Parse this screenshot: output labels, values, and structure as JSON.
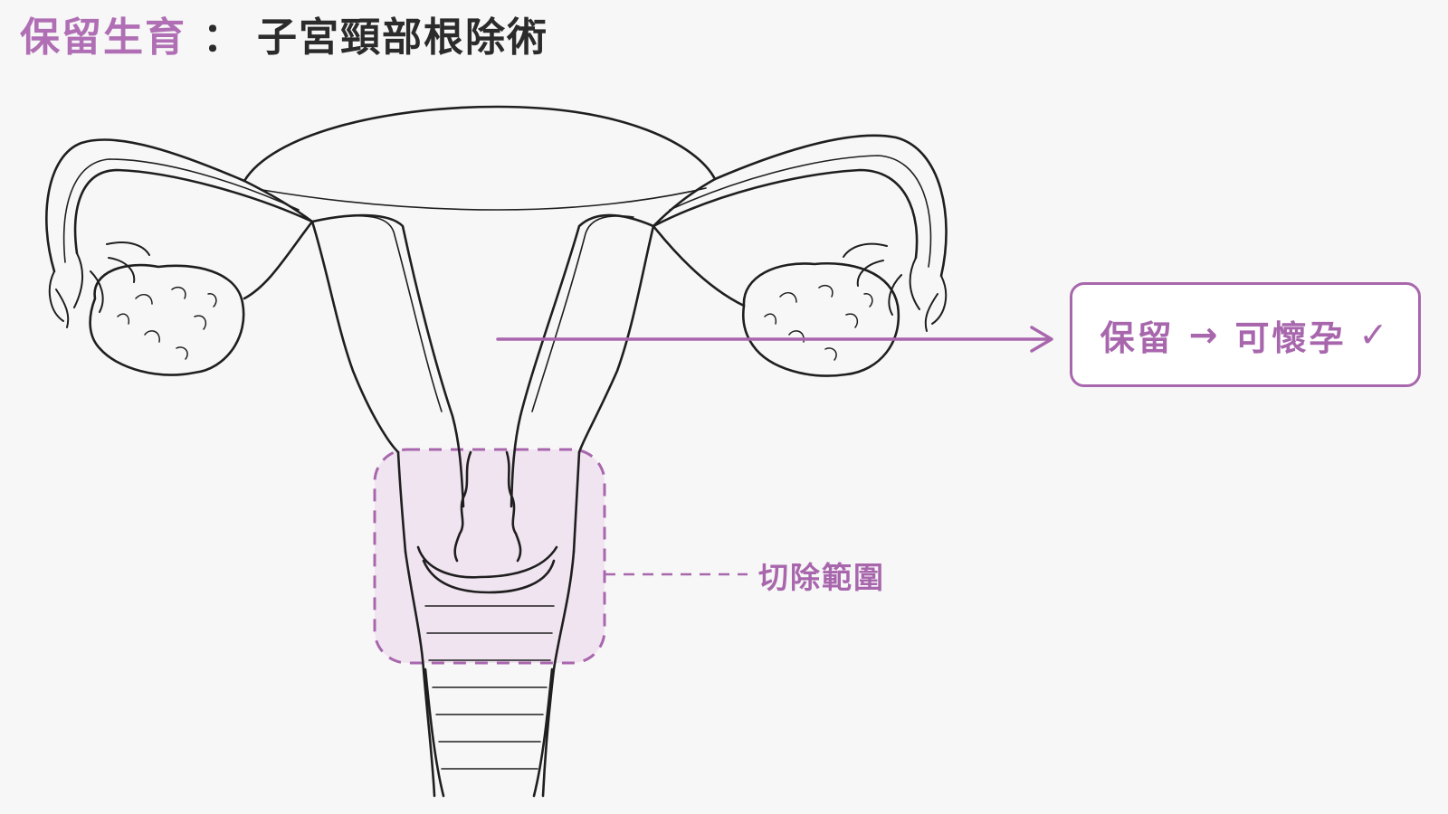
{
  "title": {
    "highlight": "保留生育",
    "separator": "：",
    "rest": "子宮頸部根除術"
  },
  "callout": {
    "keep": "保留",
    "arrow": "→",
    "outcome": "可懷孕",
    "check": "✓"
  },
  "excision_label": "切除範圍",
  "colors": {
    "accent": "#a867ad",
    "title_dark": "#2b2b2b",
    "outline": "#1f1f1f",
    "excision_fill": "#f1e4f1",
    "background": "#f7f7f7"
  }
}
